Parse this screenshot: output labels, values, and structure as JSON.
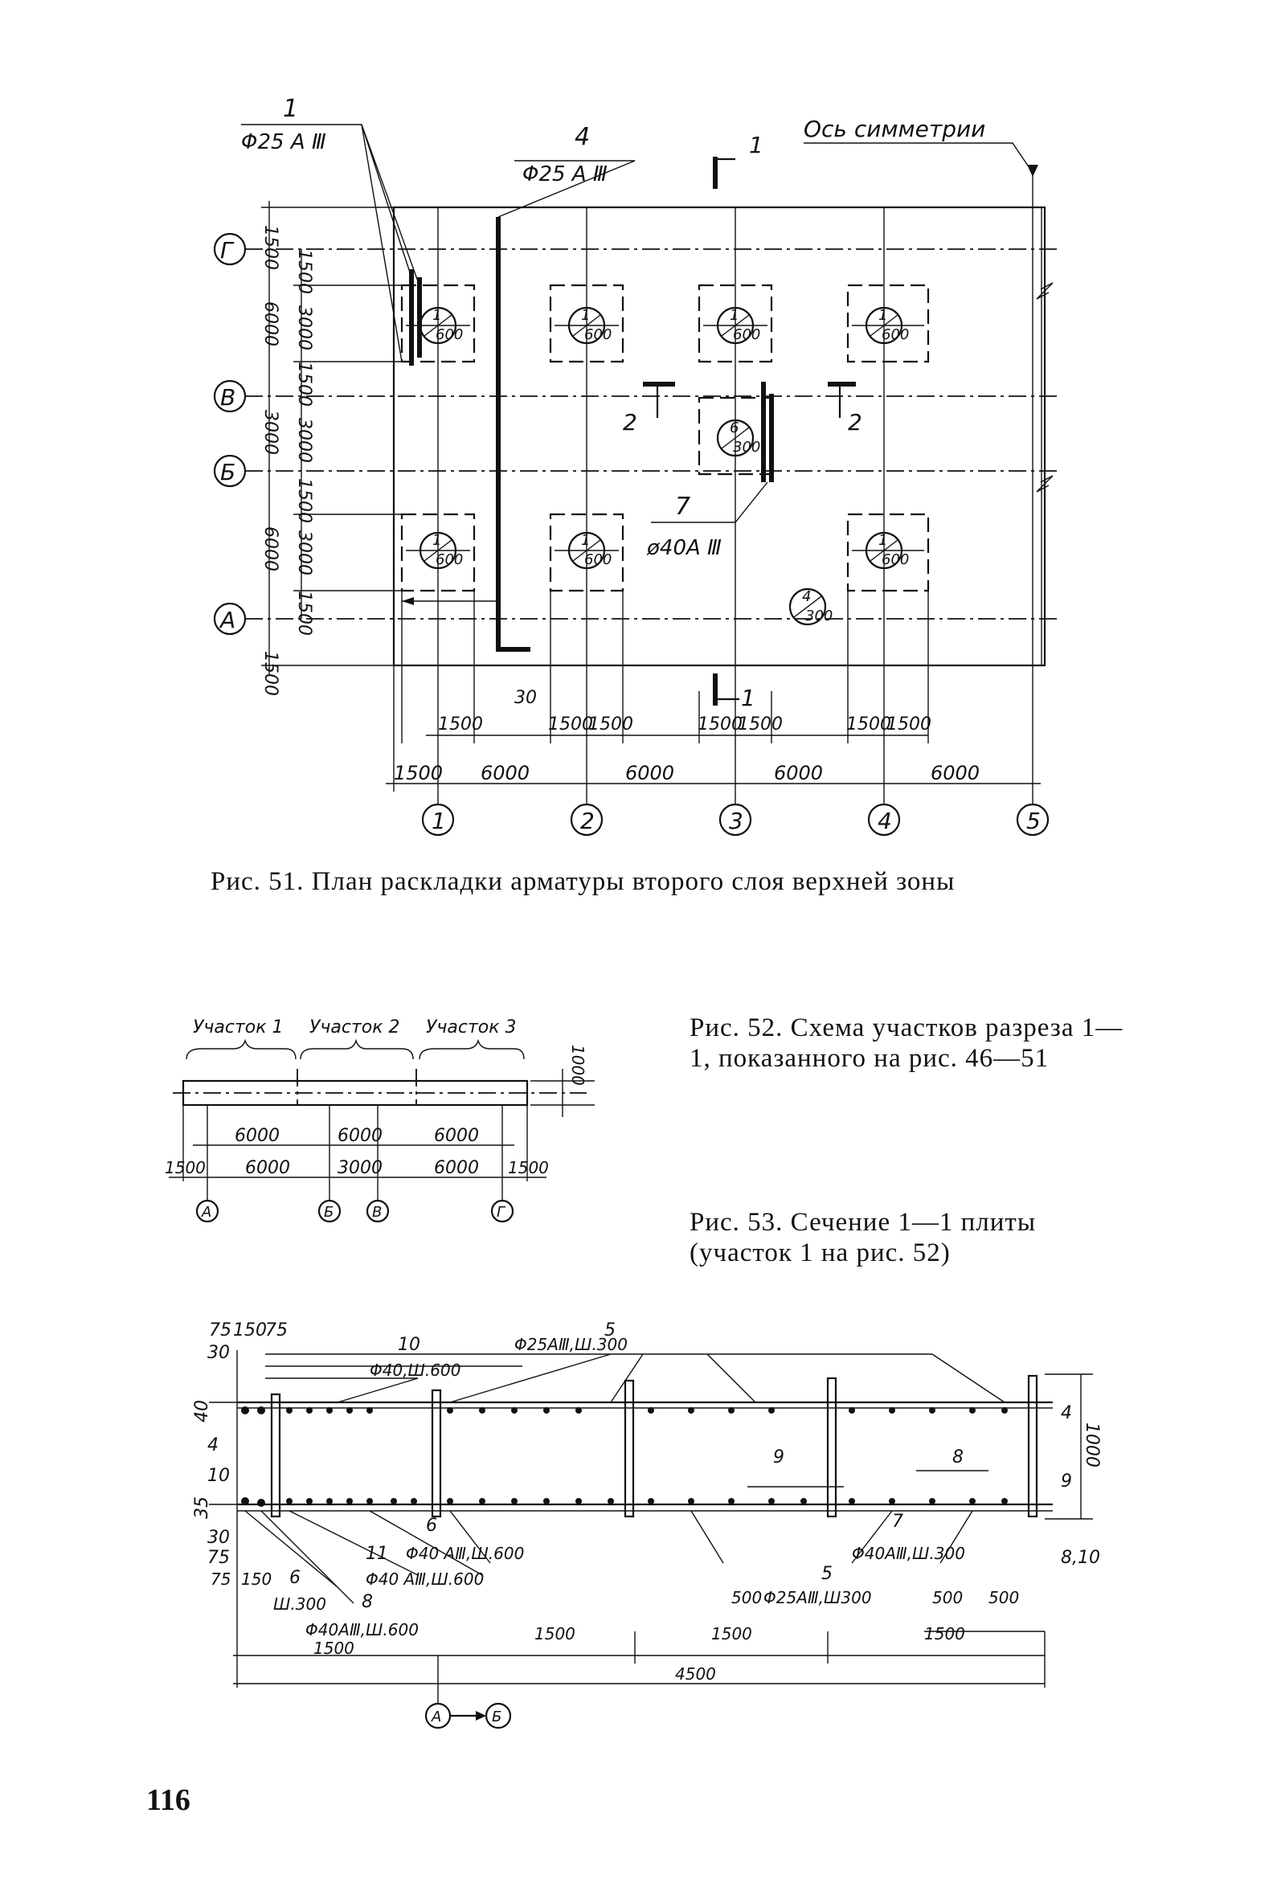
{
  "page_number": "116",
  "fig51": {
    "caption": "Рис. 51. План раскладки арматуры второго слоя верхней зоны",
    "label_symmetry": "Ось симметрии",
    "leader1_num": "1",
    "leader1_spec": "Φ25 A Ⅲ",
    "leader4_num": "4",
    "leader4_spec": "Φ25 A Ⅲ",
    "leader7_num": "7",
    "leader7_spec": "ø40A Ⅲ",
    "section1": "1",
    "section2": "2",
    "axes_rows": [
      "Г",
      "В",
      "Б",
      "А"
    ],
    "axes_cols": [
      "1",
      "2",
      "3",
      "4",
      "5"
    ],
    "left_dims_outer": [
      "1500",
      "6000",
      "3000",
      "6000",
      "1500"
    ],
    "left_dims_inner": [
      "1500",
      "3000",
      "1500",
      "3000",
      "1500",
      "3000",
      "1500"
    ],
    "bottom_dims_upper": [
      "1500",
      "1500",
      "1500",
      "1500",
      "1500",
      "1500",
      "1500"
    ],
    "bottom_dims_lower": [
      "1500",
      "6000",
      "6000",
      "6000",
      "6000"
    ],
    "dim_30": "30",
    "bar_mark_a": "1",
    "bar_mark_a_sub": "600",
    "bar_mark_b": "6",
    "bar_mark_b_sub": "300",
    "bar_mark_c": "4",
    "bar_mark_c_sub": "300"
  },
  "fig52": {
    "caption": "Рис. 52. Схема участков разреза 1—1, показанного на рис. 46—51",
    "segments": [
      "Участок 1",
      "Участок 2",
      "Участок 3"
    ],
    "dim_upper": [
      "6000",
      "6000",
      "6000"
    ],
    "dim_lower": [
      "1500",
      "6000",
      "3000",
      "6000",
      "1500"
    ],
    "dim_height": "1000",
    "axes": [
      "А",
      "Б",
      "В",
      "Г"
    ]
  },
  "fig53": {
    "caption": "Рис. 53. Сечение 1—1 плиты (участок 1 на рис. 52)",
    "top_dims": [
      "75",
      "150",
      "75",
      "30"
    ],
    "mark5": "5",
    "mark10": "10",
    "spec_top1": "Φ25AⅢ,Ш.300",
    "spec_top2": "Φ40,Ш.600",
    "left_dims": [
      "40",
      "4",
      "10",
      "35",
      "30",
      "75"
    ],
    "right_labels": [
      "4",
      "1000",
      "9",
      "8,10"
    ],
    "marks_mid": [
      "9",
      "8",
      "7",
      "5",
      "6",
      "11",
      "8",
      "6"
    ],
    "spec_bot1": "Φ40 AⅢ,Ш.600",
    "spec_bot2": "Φ40 AⅢ,Ш.600",
    "spec_bot3": "Φ40AⅢ,Ш.300",
    "spec_bot4": "Φ25AⅢ,Ш300",
    "left_bottom": [
      "75",
      "150",
      "Ш.300",
      "Φ40AⅢ,Ш.600",
      "1500"
    ],
    "dims_500": [
      "500",
      "500",
      "500"
    ],
    "dims_1500": [
      "1500",
      "1500",
      "1500"
    ],
    "dim_total": "4500",
    "axes": [
      "А",
      "Б"
    ]
  }
}
